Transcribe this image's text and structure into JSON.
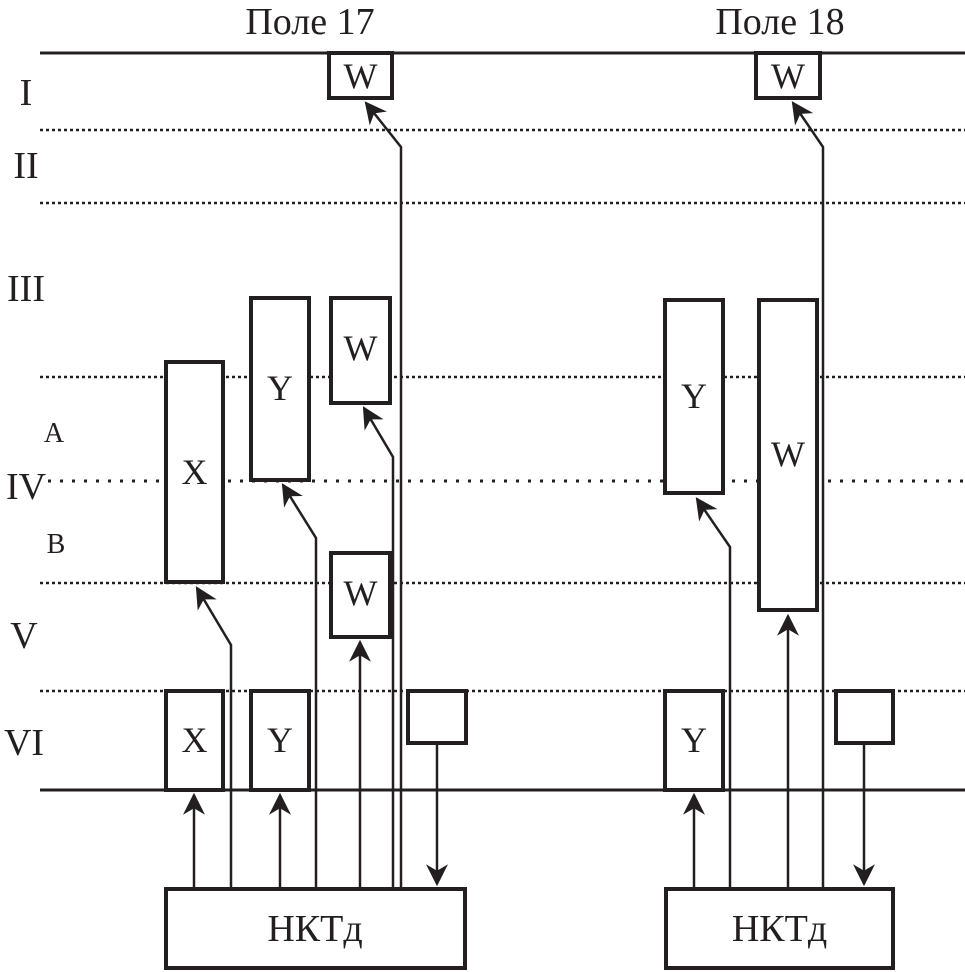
{
  "fields": [
    {
      "title": "Поле 17"
    },
    {
      "title": "Поле 18"
    }
  ],
  "layers": [
    "I",
    "II",
    "III",
    "A",
    "IV",
    "B",
    "V",
    "VI"
  ],
  "boxes": {
    "f17_top_w": "W",
    "f17_x_tall": "X",
    "f17_y_tall": "Y",
    "f17_w_upper": "W",
    "f17_w_lower": "W",
    "f17_x_vi": "X",
    "f17_y_vi": "Y",
    "f17_empty_vi": "",
    "f17_source": "НКТд",
    "f18_top_w": "W",
    "f18_y_tall": "Y",
    "f18_w_tall": "W",
    "f18_y_vi": "Y",
    "f18_empty_vi": "",
    "f18_source": "НКТд"
  }
}
